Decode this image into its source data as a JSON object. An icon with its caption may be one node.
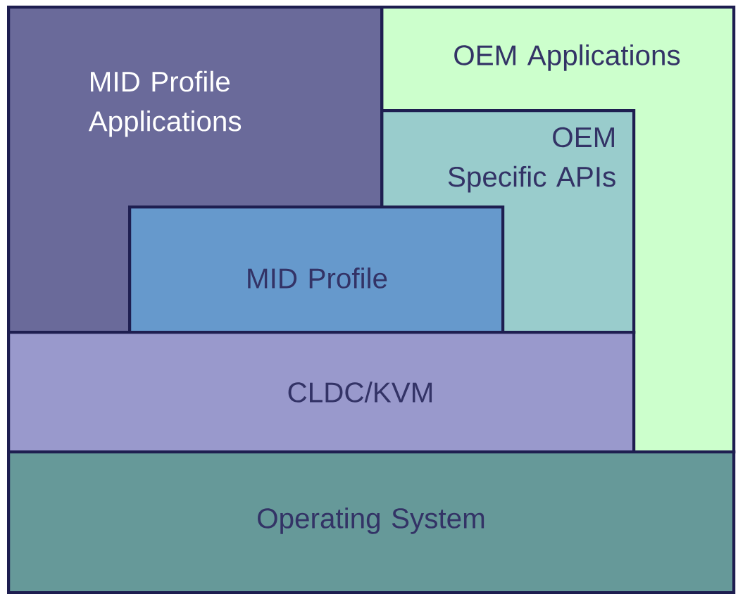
{
  "diagram": {
    "nodes": [
      {
        "text": [
          "MID Profile Applications"
        ]
      },
      {
        "text": [
          "OEM Applications"
        ]
      },
      {
        "text": [
          "OEM Specific APIs"
        ],
        "in": 1
      },
      {
        "text": [
          "MID Profile"
        ]
      },
      {
        "text": [
          "CLDC/KVM"
        ]
      },
      {
        "text": [
          "Operating System"
        ]
      }
    ]
  }
}
